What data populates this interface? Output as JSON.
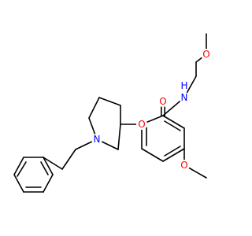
{
  "molecule": {
    "colors": {
      "bond": "#000000",
      "carbon": "#000000",
      "oxygen": "#ff0000",
      "nitrogen": "#0000ff"
    },
    "atoms": {
      "amide_oxygen": "O",
      "amide_nitrogen": "N",
      "amide_hydrogen": "H",
      "methoxyethyl_oxygen": "O",
      "ether_oxygen": "O",
      "ring_methoxy_oxygen": "O",
      "piperidine_nitrogen": "N"
    }
  }
}
